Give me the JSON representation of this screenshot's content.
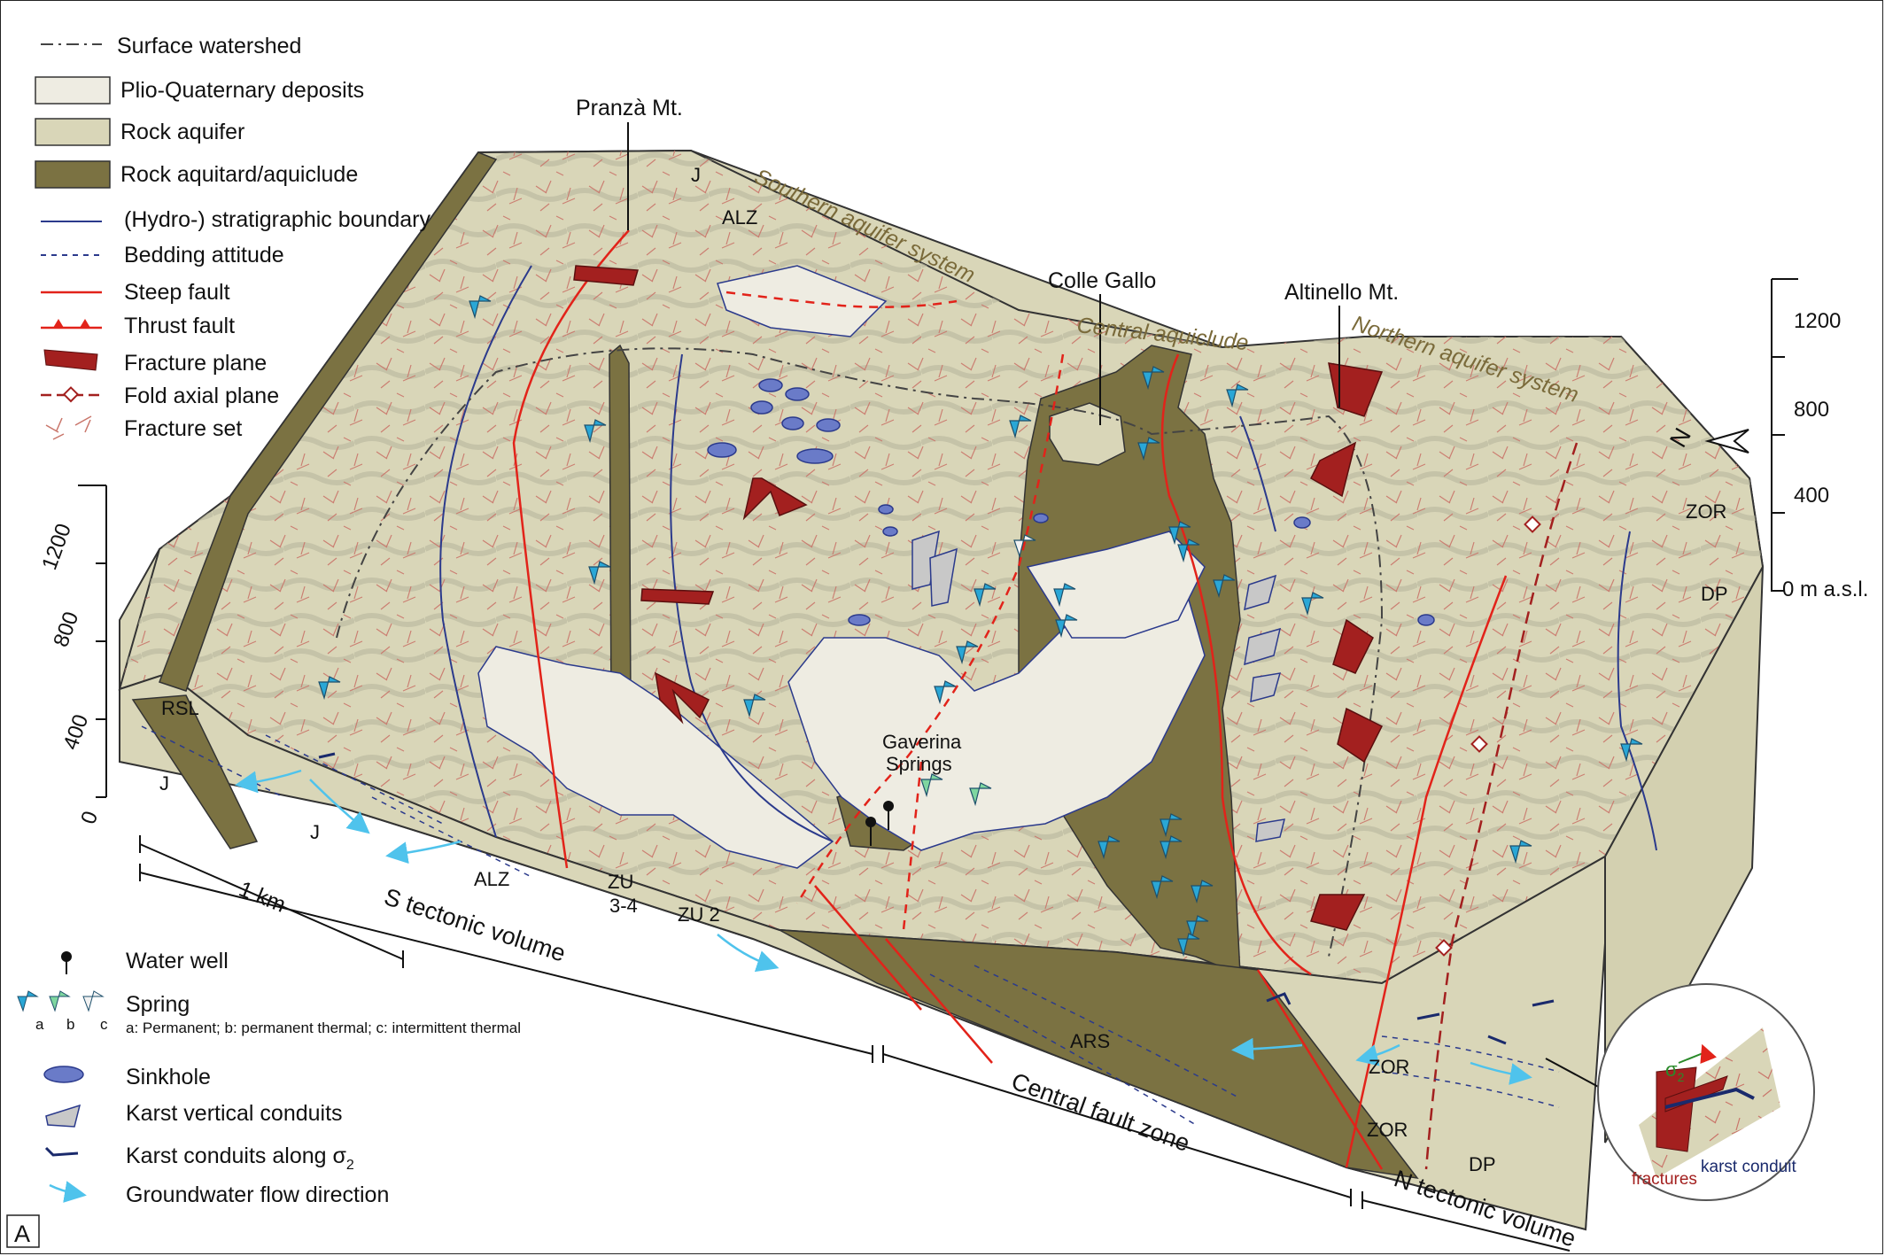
{
  "colors": {
    "plio": "#eeece2",
    "aquifer": "#d9d6b8",
    "aquitard": "#7b7242",
    "fault": "#e2231a",
    "fracture_plane": "#a3201f",
    "stratigraphic": "#2b3a8c",
    "spring_permanent": "#2aa7d6",
    "spring_thermal": "#7fd6a0",
    "spring_intermittent": "#f2f2f2",
    "flow": "#4fc3ec",
    "system_label": "#7a6a3a"
  },
  "legend": {
    "items": [
      {
        "icon": "watershed-line-icon",
        "label": "Surface watershed"
      },
      {
        "icon": "plio-quaternary-swatch",
        "label": "Plio-Quaternary deposits"
      },
      {
        "icon": "rock-aquifer-swatch",
        "label": "Rock aquifer"
      },
      {
        "icon": "rock-aquitard-swatch",
        "label": "Rock aquitard/aquiclude"
      },
      {
        "icon": "stratigraphic-boundary-line-icon",
        "label": "(Hydro-) stratigraphic boundary"
      },
      {
        "icon": "bedding-attitude-line-icon",
        "label": "Bedding attitude"
      },
      {
        "icon": "steep-fault-line-icon",
        "label": "Steep fault"
      },
      {
        "icon": "thrust-fault-line-icon",
        "label": "Thrust fault"
      },
      {
        "icon": "fracture-plane-icon",
        "label": "Fracture plane"
      },
      {
        "icon": "fold-axial-plane-icon",
        "label": "Fold axial plane"
      },
      {
        "icon": "fracture-set-icon",
        "label": "Fracture set"
      }
    ],
    "bottom_items": {
      "water_well": "Water well",
      "spring": "Spring",
      "spring_note": "a: Permanent; b: permanent thermal; c: intermittent thermal",
      "spring_a": "a",
      "spring_b": "b",
      "spring_c": "c",
      "sinkhole": "Sinkhole",
      "karst_vertical": "Karst vertical conduits",
      "karst_sigma_prefix": "Karst conduits along σ",
      "karst_sigma_sub": "2",
      "groundwater_flow": "Groundwater flow direction"
    }
  },
  "places": {
    "pranza": "Pranzà Mt.",
    "colle_gallo": "Colle Gallo",
    "altinello": "Altinello Mt.",
    "gaverina_1": "Gaverina",
    "gaverina_2": "Springs"
  },
  "systems": {
    "southern": "Southern aquifer system",
    "central": "Central aquiclude",
    "northern": "Northern aquifer system"
  },
  "units": {
    "J_top": "J",
    "ALZ_top": "ALZ",
    "RSL": "RSL",
    "J_front1": "J",
    "J_front2": "J",
    "ALZ_front": "ALZ",
    "ZU34_a": "ZU",
    "ZU34_b": "3-4",
    "ZU2": "ZU 2",
    "ARS": "ARS",
    "ZOR_right": "ZOR",
    "DP_right": "DP",
    "ZOR_front1": "ZOR",
    "ZOR_front2": "ZOR",
    "DP_front": "DP"
  },
  "volumes": {
    "south": "S tectonic volume",
    "central": "Central fault zone",
    "north": "N tectonic volume"
  },
  "scale": {
    "label": "1 km"
  },
  "north_label": "N",
  "elevation_left": {
    "ticks": [
      "1200",
      "800",
      "400",
      "0"
    ]
  },
  "elevation_right": {
    "ticks": [
      "1200",
      "800",
      "400",
      "0 m a.s.l."
    ]
  },
  "inset": {
    "sigma": "σ",
    "sigma_sub": "2",
    "fractures": "fractures",
    "karst_conduit": "karst conduit"
  },
  "panel_label": "A"
}
